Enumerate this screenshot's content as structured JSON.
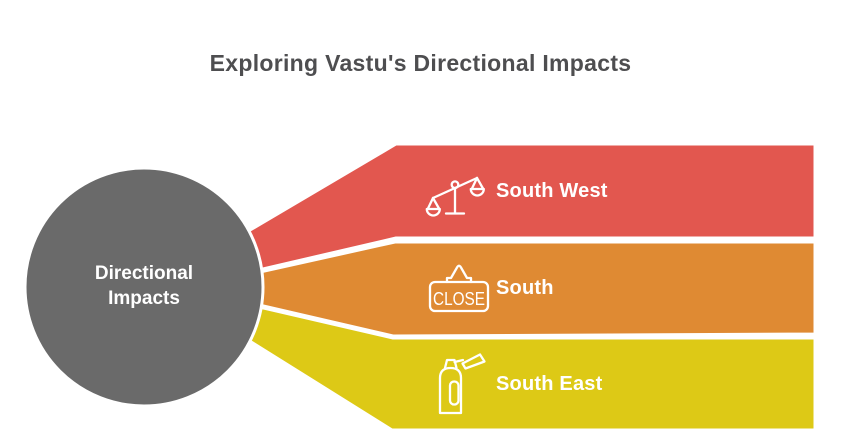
{
  "title": "Exploring Vastu's Directional Impacts",
  "hub": {
    "label": "Directional Impacts",
    "fill": "#6A6A6A"
  },
  "banners": [
    {
      "label": "South West",
      "icon": "balance-scale-icon",
      "fill": "#E2574F"
    },
    {
      "label": "South",
      "icon": "close-sign-icon",
      "icon_text": "CLOSE",
      "fill": "#DF8A33"
    },
    {
      "label": "South East",
      "icon": "fire-extinguisher-icon",
      "fill": "#DDC916"
    }
  ],
  "colors": {
    "background": "#FFFFFF",
    "shape_outline": "#FFFFFF",
    "title_text": "#4E4E50",
    "label_text": "#FFFFFF",
    "icon_stroke": "#FFFFFF"
  }
}
